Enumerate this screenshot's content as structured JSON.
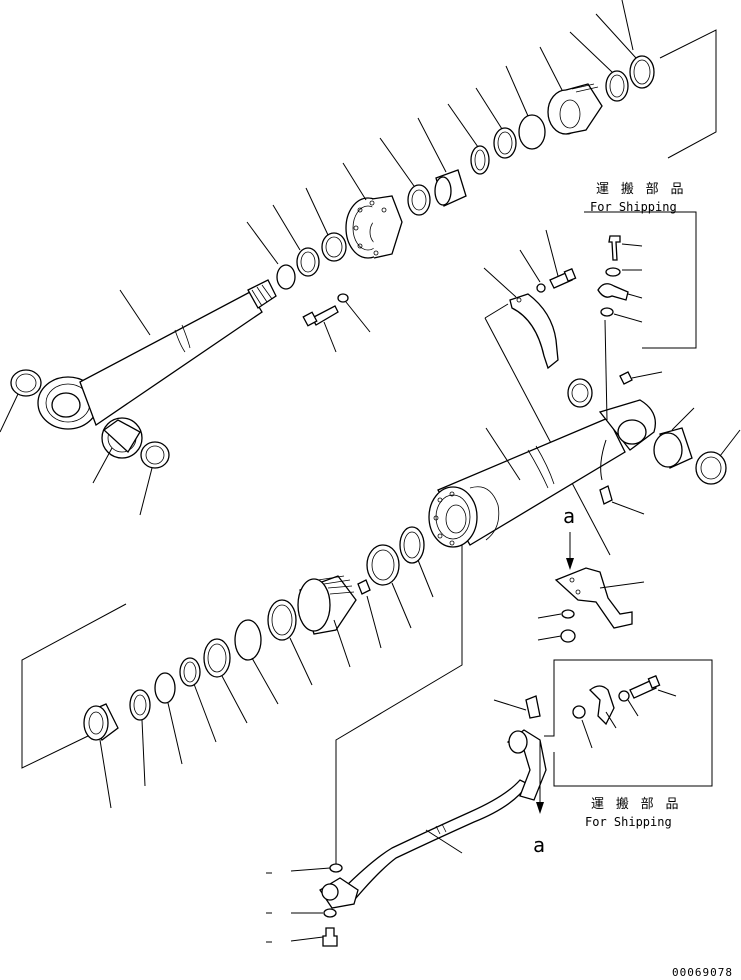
{
  "drawing_number": "00069078",
  "shipping_boxes": [
    {
      "jp": "運 搬 部 品",
      "en": "For Shipping"
    },
    {
      "jp": "運 搬 部 品",
      "en": "For Shipping"
    }
  ],
  "view_markers": [
    "a",
    "a"
  ]
}
